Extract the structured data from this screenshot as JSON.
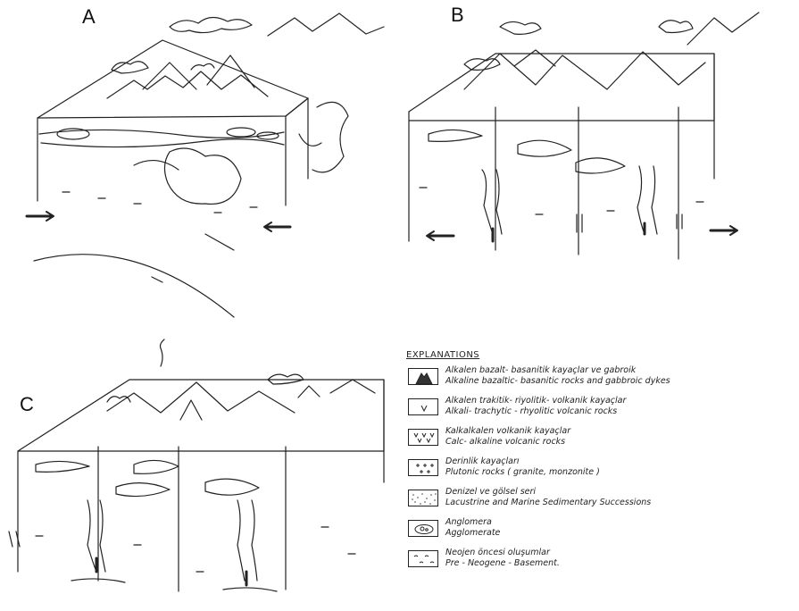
{
  "panels": {
    "a": "A",
    "b": "B",
    "c": "C"
  },
  "legend": {
    "title": "EXPLANATIONS",
    "items": [
      {
        "icon": "alkaline-basalt-dyke-icon",
        "tr": "Alkalen bazalt- basanitik kayaçlar ve gabroik",
        "en": "Alkaline bazaltic- basanitic rocks and gabbroic dykes"
      },
      {
        "icon": "alkali-trachytic-icon",
        "tr": "Alkalen trakitik- riyolitik- volkanik kayaçlar",
        "en": "Alkali- trachytic - rhyolitic volcanic rocks"
      },
      {
        "icon": "calc-alkaline-icon",
        "tr": "Kalkalkalen volkanik kayaçlar",
        "en": "Calc- alkaline volcanic rocks"
      },
      {
        "icon": "plutonic-icon",
        "tr": "Derinlik kayaçları",
        "en": "Plutonic rocks ( granite, monzonite )"
      },
      {
        "icon": "sedimentary-icon",
        "tr": "Denizel ve gölsel seri",
        "en": "Lacustrine and Marine Sedimentary Successions"
      },
      {
        "icon": "agglomerate-icon",
        "tr": "Anglomera",
        "en": "Agglomerate"
      },
      {
        "icon": "basement-icon",
        "tr": "Neojen öncesi oluşumlar",
        "en": "Pre - Neogene - Basement."
      }
    ]
  }
}
